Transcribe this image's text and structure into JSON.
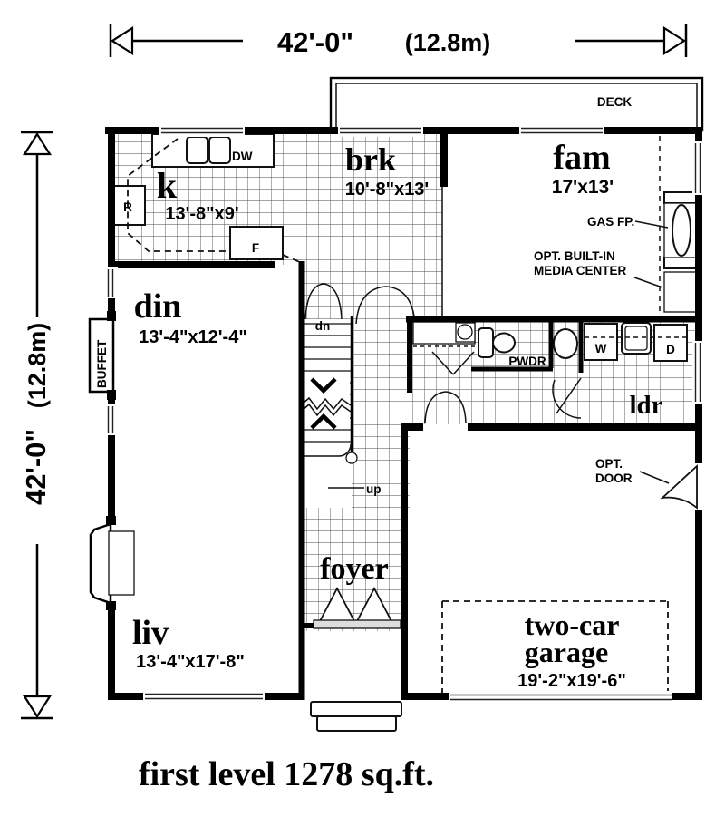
{
  "plan": {
    "caption": "first level 1278 sq.ft.",
    "dim_width_ft": "42'-0\"",
    "dim_width_m": "(12.8m)",
    "dim_height_ft": "42'-0\"",
    "dim_height_m": "(12.8m)",
    "deck": "DECK",
    "rooms": {
      "kitchen": {
        "name": "k",
        "size": "13'-8\"x9'"
      },
      "breakfast": {
        "name": "brk",
        "size": "10'-8\"x13'"
      },
      "family": {
        "name": "fam",
        "size": "17'x13'"
      },
      "dining": {
        "name": "din",
        "size": "13'-4\"x12'-4\""
      },
      "living": {
        "name": "liv",
        "size": "13'-4\"x17'-8\""
      },
      "foyer": {
        "name": "foyer"
      },
      "laundry": {
        "name": "ldr"
      },
      "powder": {
        "name": "PWDR"
      },
      "garage": {
        "name1": "two-car",
        "name2": "garage",
        "size": "19'-2\"x19'-6\""
      }
    },
    "labels": {
      "dw": "DW",
      "range": "R",
      "fridge": "F",
      "washer": "W",
      "dryer": "D",
      "buffet": "BUFFET",
      "gas_fp": "GAS FP.",
      "media1": "OPT. BUILT-IN",
      "media2": "MEDIA CENTER",
      "opt_door1": "OPT.",
      "opt_door2": "DOOR",
      "stairs_dn": "dn",
      "stairs_up": "up"
    }
  }
}
